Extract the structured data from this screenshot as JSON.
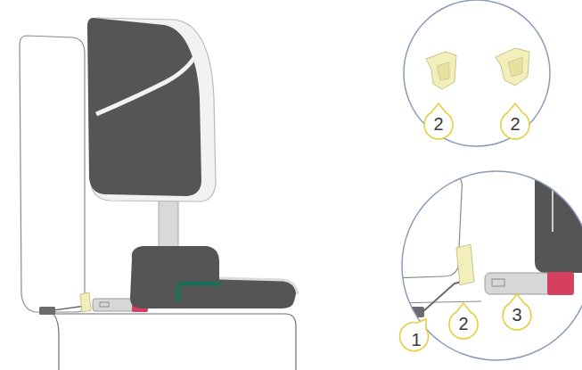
{
  "diagram": {
    "labels": [
      "2",
      "2",
      "1",
      "2",
      "3"
    ]
  }
}
